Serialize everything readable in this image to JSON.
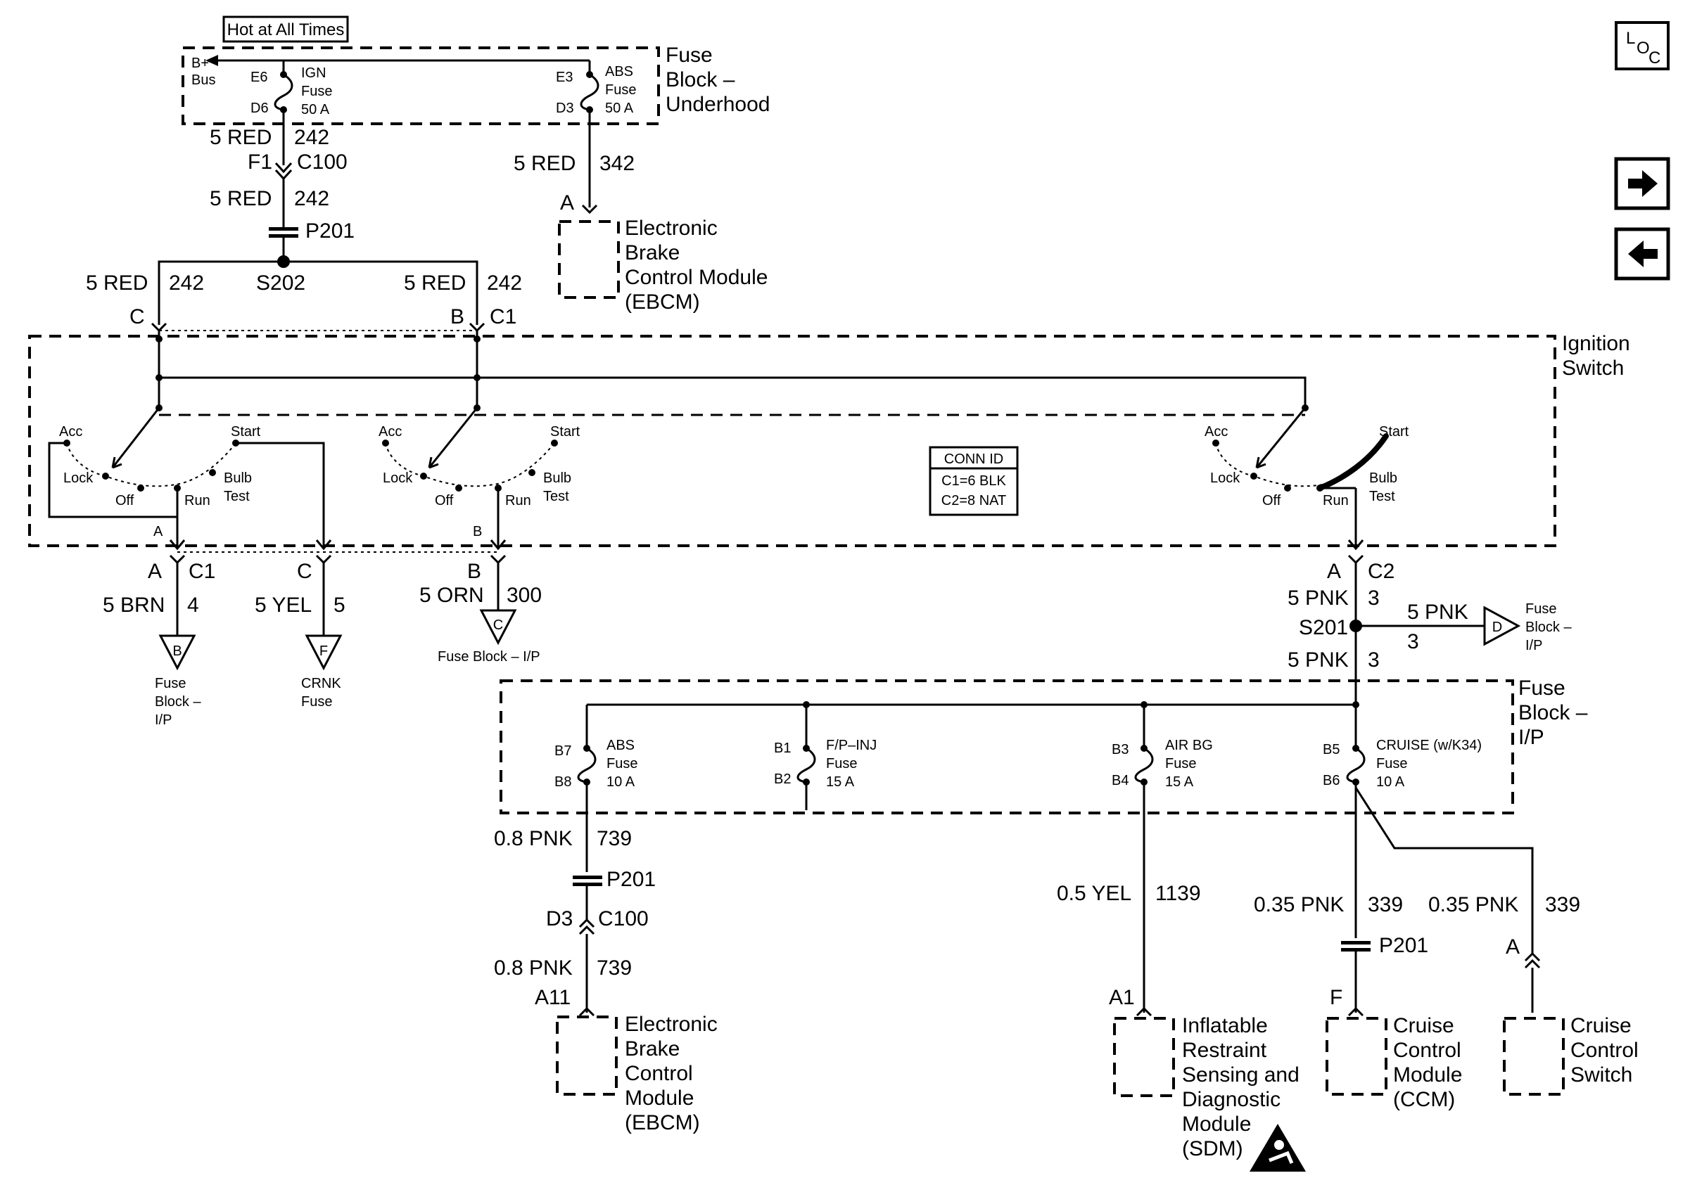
{
  "nav": {
    "loc": "LOC",
    "next": "next-page",
    "prev": "previous-page"
  },
  "hot": "Hot at All Times",
  "fuse_ub": {
    "title": [
      "Fuse",
      "Block –",
      "Underhood"
    ],
    "bplus": [
      "B+",
      "Bus"
    ],
    "ign": {
      "pin_top": "E6",
      "pin_bot": "D6",
      "label": [
        "IGN",
        "Fuse",
        "50 A"
      ]
    },
    "abs": {
      "pin_top": "E3",
      "pin_bot": "D3",
      "label": [
        "ABS",
        "Fuse",
        "50 A"
      ]
    }
  },
  "w242a": {
    "gauge": "5 RED",
    "circuit": "242"
  },
  "c100a": {
    "pin": "F1",
    "conn": "C100"
  },
  "w242b": {
    "gauge": "5 RED",
    "circuit": "242"
  },
  "p201a": "P201",
  "w342": {
    "gauge": "5 RED",
    "circuit": "342"
  },
  "ebcm_top": {
    "pin": "A",
    "name": [
      "Electronic",
      "Brake",
      "Control Module",
      "(EBCM)"
    ]
  },
  "s202": "S202",
  "w242c": {
    "gauge": "5 RED",
    "circuit": "242"
  },
  "w242d": {
    "gauge": "5 RED",
    "circuit": "242"
  },
  "c1_top": {
    "pin_c": "C",
    "pin_b": "B",
    "conn": "C1"
  },
  "ign_switch": {
    "title": [
      "Ignition",
      "Switch"
    ],
    "positions": {
      "acc": "Acc",
      "lock": "Lock",
      "off": "Off",
      "run": "Run",
      "start": "Start",
      "bulb": [
        "Bulb",
        "Test"
      ]
    },
    "pin_a": "A",
    "pin_b": "B"
  },
  "conn_id": {
    "title": "CONN ID",
    "rows": [
      "C1=6 BLK",
      "C2=8 NAT"
    ]
  },
  "bottom_conn": {
    "a": "A",
    "c1": "C1",
    "c": "C",
    "b": "B",
    "a2": "A",
    "c2": "C2"
  },
  "w4": {
    "gauge": "5 BRN",
    "circuit": "4"
  },
  "w5": {
    "gauge": "5 YEL",
    "circuit": "5"
  },
  "w300": {
    "gauge": "5 ORN",
    "circuit": "300"
  },
  "w3a": {
    "gauge": "5 PNK",
    "circuit": "3"
  },
  "s201": "S201",
  "w3b": {
    "gauge": "5 PNK",
    "circuit": "3"
  },
  "w3c": {
    "gauge": "5 PNK",
    "circuit": "3"
  },
  "refs": {
    "b": {
      "letter": "B",
      "label": [
        "Fuse",
        "Block –",
        "I/P"
      ]
    },
    "f": {
      "letter": "F",
      "label": [
        "CRNK",
        "Fuse"
      ]
    },
    "c": {
      "letter": "C",
      "label": "Fuse Block – I/P"
    },
    "d": {
      "letter": "D",
      "label": [
        "Fuse",
        "Block –",
        "I/P"
      ]
    }
  },
  "fuse_ip": {
    "title": [
      "Fuse",
      "Block –",
      "I/P"
    ],
    "fuses": [
      {
        "pin_top": "B7",
        "pin_bot": "B8",
        "label": [
          "ABS",
          "Fuse",
          "10 A"
        ]
      },
      {
        "pin_top": "B1",
        "pin_bot": "B2",
        "label": [
          "F/P–INJ",
          "Fuse",
          "15 A"
        ]
      },
      {
        "pin_top": "B3",
        "pin_bot": "B4",
        "label": [
          "AIR BG",
          "Fuse",
          "15 A"
        ]
      },
      {
        "pin_top": "B5",
        "pin_bot": "B6",
        "label": [
          "CRUISE (w/K34)",
          "Fuse",
          "10 A"
        ]
      }
    ]
  },
  "w739a": {
    "gauge": "0.8 PNK",
    "circuit": "739"
  },
  "p201b": "P201",
  "c100b": {
    "pin": "D3",
    "conn": "C100"
  },
  "w739b": {
    "gauge": "0.8 PNK",
    "circuit": "739"
  },
  "ebcm_bot": {
    "pin": "A11",
    "name": [
      "Electronic",
      "Brake",
      "Control",
      "Module",
      "(EBCM)"
    ]
  },
  "w1139": {
    "gauge": "0.5 YEL",
    "circuit": "1139"
  },
  "sdm": {
    "pin": "A1",
    "name": [
      "Inflatable",
      "Restraint",
      "Sensing and",
      "Diagnostic",
      "Module",
      "(SDM)"
    ]
  },
  "w339a": {
    "gauge": "0.35 PNK",
    "circuit": "339"
  },
  "p201c": "P201",
  "ccm": {
    "pin": "F",
    "name": [
      "Cruise",
      "Control",
      "Module",
      "(CCM)"
    ]
  },
  "w339b": {
    "gauge": "0.35 PNK",
    "circuit": "339"
  },
  "ccs": {
    "pin": "A",
    "name": [
      "Cruise",
      "Control",
      "Switch"
    ]
  }
}
